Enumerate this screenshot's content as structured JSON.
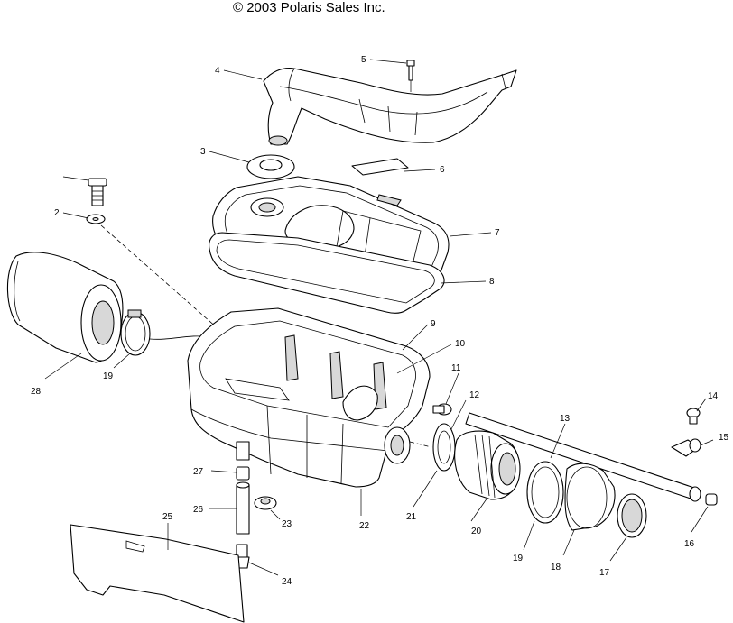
{
  "copyright": "© 2003 Polaris Sales Inc.",
  "callouts": [
    {
      "id": "c1",
      "label": ""
    },
    {
      "id": "c2",
      "label": "2"
    },
    {
      "id": "c3",
      "label": "3"
    },
    {
      "id": "c4",
      "label": "4"
    },
    {
      "id": "c5",
      "label": "5"
    },
    {
      "id": "c6",
      "label": "6"
    },
    {
      "id": "c7",
      "label": "7"
    },
    {
      "id": "c8",
      "label": "8"
    },
    {
      "id": "c9",
      "label": "9"
    },
    {
      "id": "c10",
      "label": "10"
    },
    {
      "id": "c11",
      "label": "11"
    },
    {
      "id": "c12",
      "label": "12"
    },
    {
      "id": "c13",
      "label": "13"
    },
    {
      "id": "c14",
      "label": "14"
    },
    {
      "id": "c15",
      "label": "15"
    },
    {
      "id": "c16",
      "label": "16"
    },
    {
      "id": "c17",
      "label": "17"
    },
    {
      "id": "c18",
      "label": "18"
    },
    {
      "id": "c19a",
      "label": "19"
    },
    {
      "id": "c19b",
      "label": "19"
    },
    {
      "id": "c20",
      "label": "20"
    },
    {
      "id": "c21",
      "label": "21"
    },
    {
      "id": "c22",
      "label": "22"
    },
    {
      "id": "c23",
      "label": "23"
    },
    {
      "id": "c24",
      "label": "24"
    },
    {
      "id": "c25",
      "label": "25"
    },
    {
      "id": "c26",
      "label": "26"
    },
    {
      "id": "c27",
      "label": "27"
    },
    {
      "id": "c28",
      "label": "28"
    }
  ]
}
